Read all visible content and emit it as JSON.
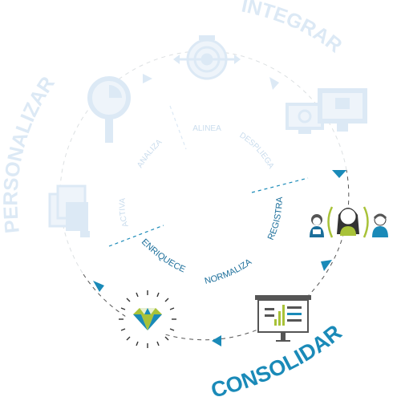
{
  "phases": {
    "integrar": "INTEGRAR",
    "personalizar": "PERSONALIZAR",
    "consolidar": "CONSOLIDAR"
  },
  "steps": {
    "alinea": "ALINEA",
    "despliega": "DESPLIEGA",
    "analiza": "ANALIZA",
    "activa": "ACTIVA",
    "registra": "REGISTRA",
    "normaliza": "NORMALIZA",
    "enriquece": "ENRIQUECE"
  },
  "colors": {
    "active_blue": "#1a8ab8",
    "dark_blue": "#1b6e9a",
    "faded_blue": "#dce9f5",
    "faded_text": "#c9dced",
    "green": "#a8c238",
    "line": "#555555"
  },
  "icons": [
    "target-icon",
    "computer-screens-icon",
    "people-icon",
    "presentation-chart-icon",
    "diamond-icon",
    "documents-icon",
    "magnifier-icon"
  ]
}
